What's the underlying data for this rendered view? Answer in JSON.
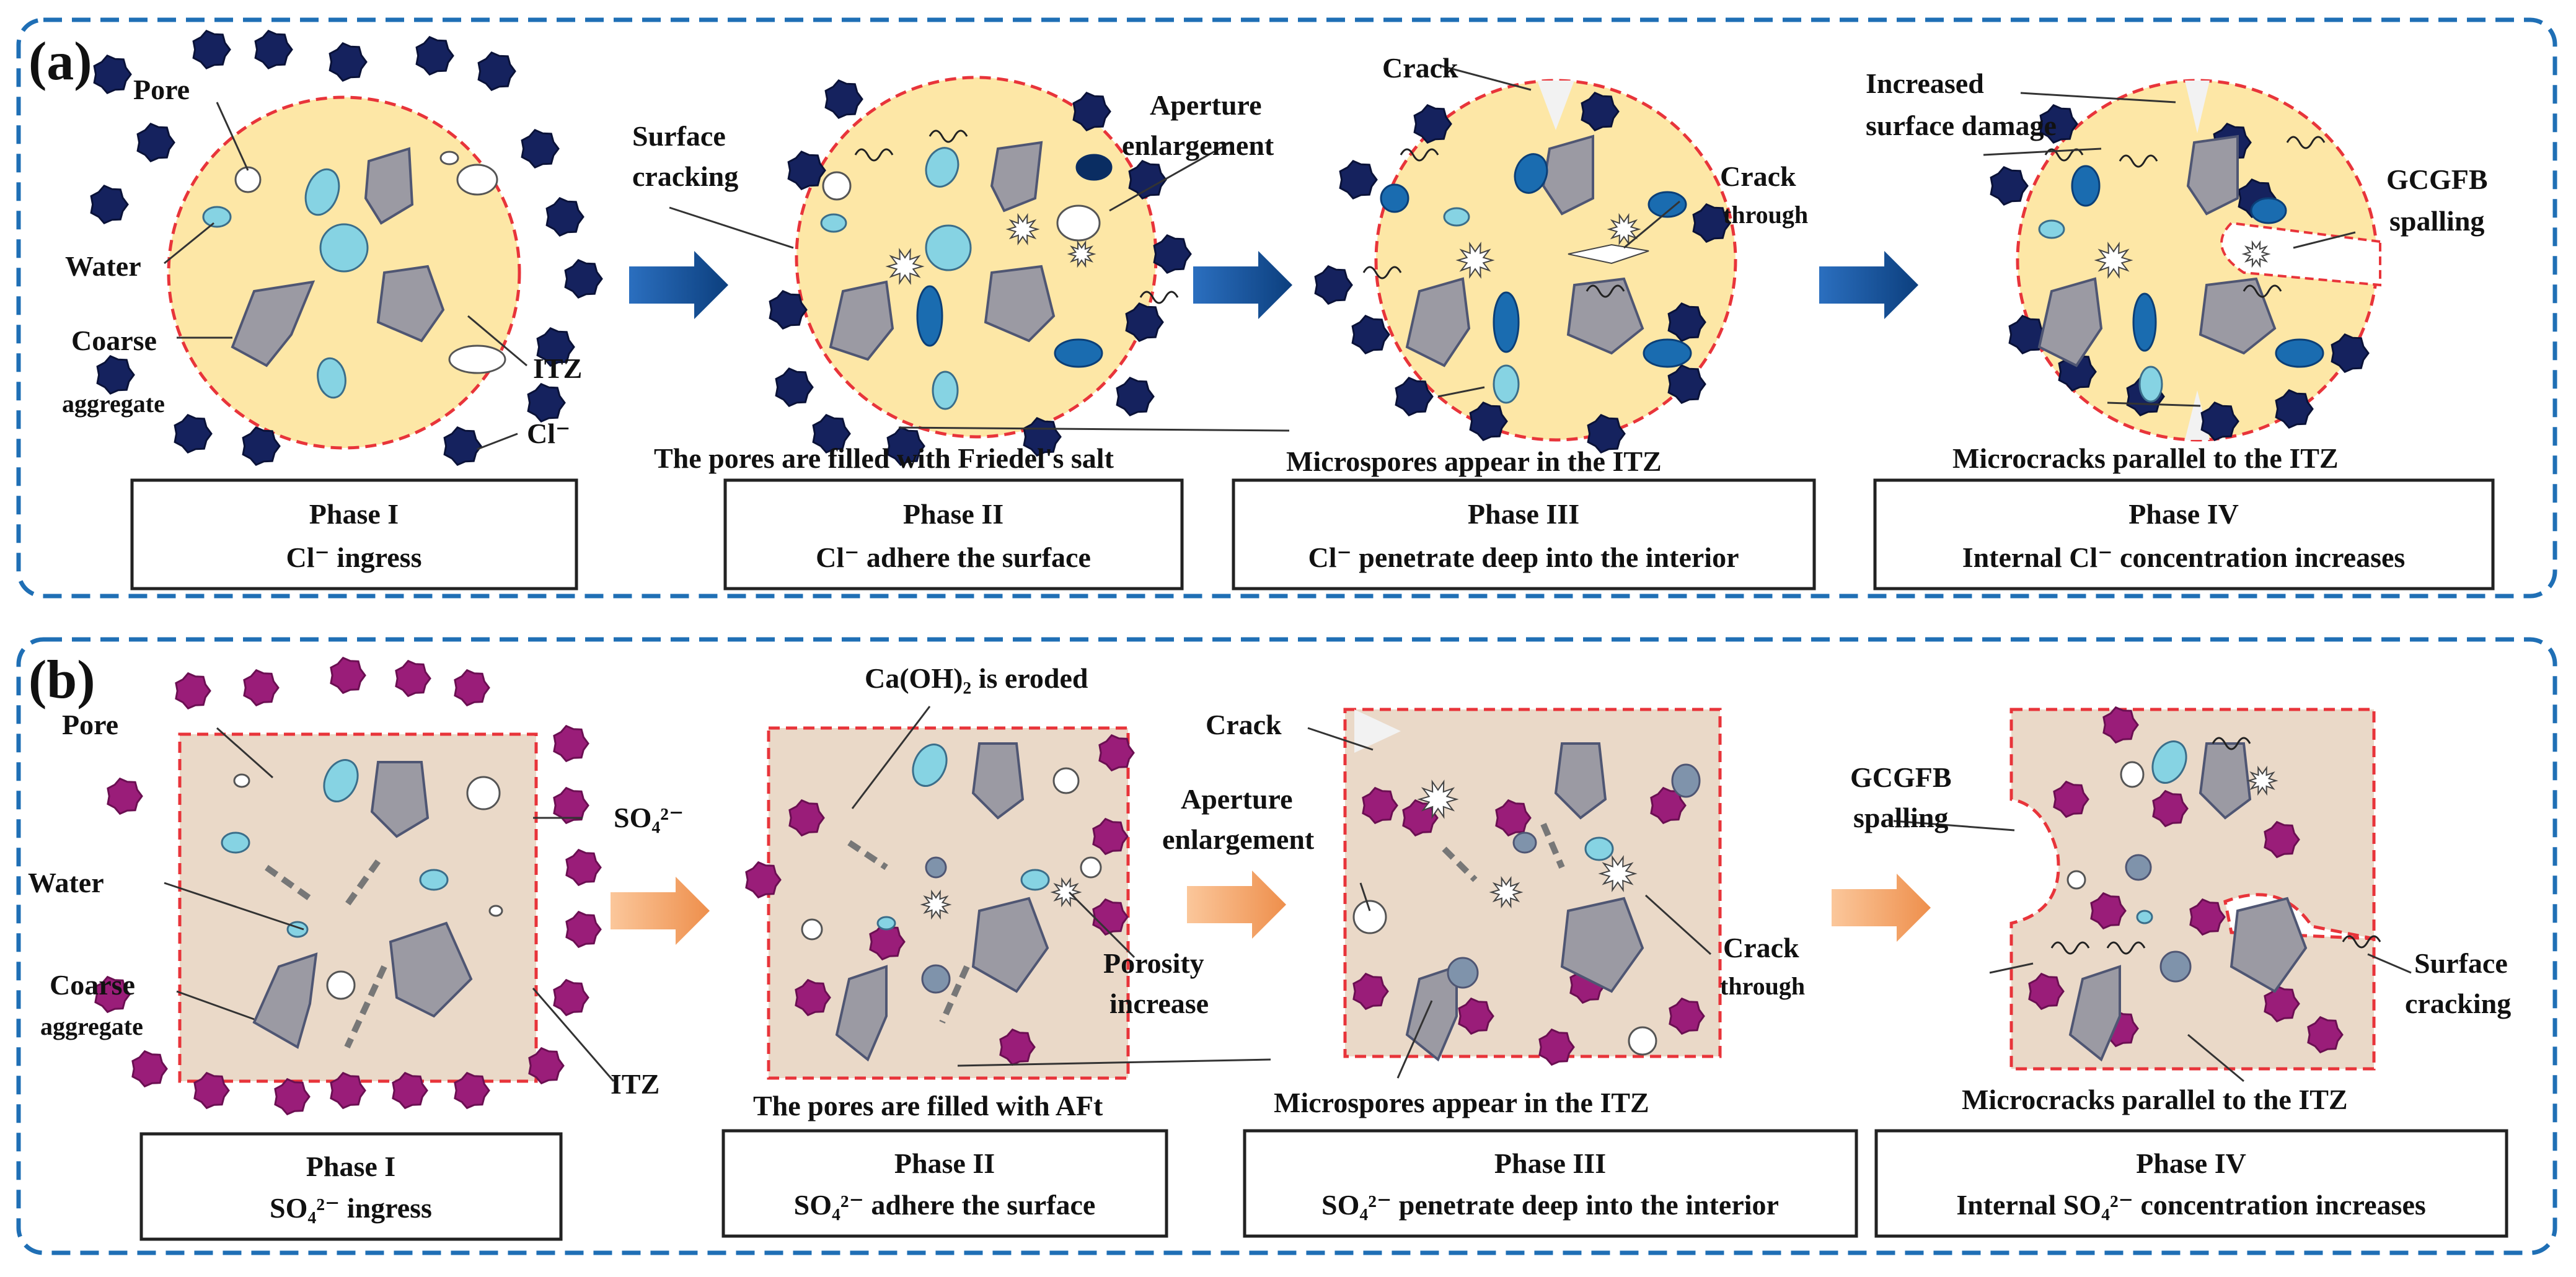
{
  "panel_a": {
    "letter": "(a)",
    "ion": "Cl⁻",
    "stage1": {
      "phase": "Phase I",
      "desc": "Cl⁻ ingress",
      "labels": {
        "pore": "Pore",
        "water": "Water",
        "coarse": "Coarse",
        "aggregate": "aggregate",
        "itz": "ITZ",
        "ion": "Cl⁻"
      }
    },
    "stage2": {
      "phase": "Phase II",
      "desc": "Cl⁻ adhere the surface",
      "labels": {
        "surface": "Surface",
        "cracking": "cracking",
        "aperture": "Aperture",
        "enlargement": "enlargement",
        "filled": "The pores are filled with Friedel's salt"
      }
    },
    "stage3": {
      "phase": "Phase III",
      "desc": "Cl⁻ penetrate deep into the interior",
      "labels": {
        "crack": "Crack",
        "crack2": "Crack",
        "through": "through",
        "micro": "Microspores appear in the ITZ"
      }
    },
    "stage4": {
      "phase": "Phase IV",
      "desc": "Internal Cl⁻ concentration increases",
      "labels": {
        "increased": "Increased",
        "surface_damage": "surface damage",
        "gcgfb": "GCGFB",
        "spalling": "spalling",
        "microcracks": "Microcracks parallel to the ITZ"
      }
    }
  },
  "panel_b": {
    "letter": "(b)",
    "stage1": {
      "phase": "Phase I",
      "desc": "SO₄²⁻ ingress",
      "labels": {
        "pore": "Pore",
        "water": "Water",
        "coarse": "Coarse",
        "aggregate": "aggregate",
        "itz": "ITZ",
        "ion": "SO₄²⁻"
      }
    },
    "stage2": {
      "phase": "Phase II",
      "desc": "SO₄²⁻ adhere the surface",
      "labels": {
        "caoh": "Ca(OH)₂ is eroded",
        "porosity": "Porosity",
        "increase": "increase",
        "filled": "The pores are filled with AFt"
      }
    },
    "stage3": {
      "phase": "Phase III",
      "desc": "SO₄²⁻ penetrate deep into the interior",
      "labels": {
        "crack": "Crack",
        "aperture": "Aperture",
        "enlargement": "enlargement",
        "crack2": "Crack",
        "through": "through",
        "micro": "Microspores appear in the ITZ"
      }
    },
    "stage4": {
      "phase": "Phase IV",
      "desc": "Internal SO₄²⁻ concentration increases",
      "labels": {
        "gcgfb": "GCGFB",
        "spalling": "spalling",
        "surface": "Surface",
        "cracking": "cracking",
        "microcracks": "Microcracks parallel to the ITZ"
      }
    }
  },
  "colors": {
    "frame": "#1f6fb5",
    "circle_fill": "#fde7a6",
    "square_fill": "#ead9c8",
    "boundary": "#e8343a",
    "aggregate": "#9b9aa3",
    "aggregate_edge": "#4f5673",
    "water": "#86d3e3",
    "deep_water": "#1a6cb0",
    "cl_ion": "#15225e",
    "so4_ion": "#9a1d79",
    "arrow_a": "#114d8f",
    "arrow_b": "#f2a56b"
  },
  "icons": {
    "ion_a": "chloride-blob-icon",
    "ion_b": "sulfate-blob-icon",
    "arrow": "process-arrow-icon"
  }
}
